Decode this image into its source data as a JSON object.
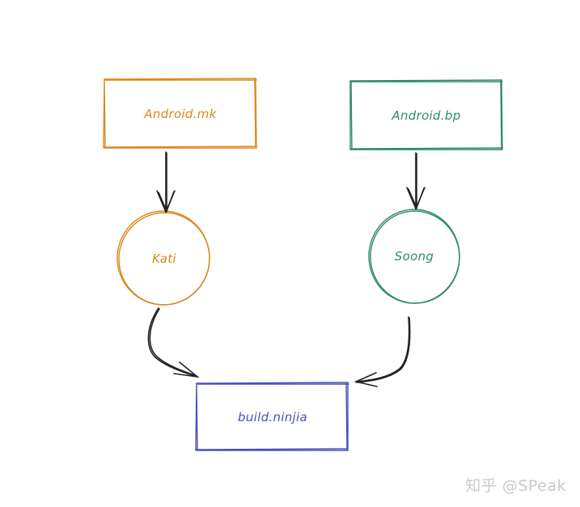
{
  "diagram": {
    "nodes": [
      {
        "id": "android-mk",
        "shape": "rectangle",
        "label": "Android.mk",
        "color": "#d98a1c"
      },
      {
        "id": "android-bp",
        "shape": "rectangle",
        "label": "Android.bp",
        "color": "#2e8b6a"
      },
      {
        "id": "kati",
        "shape": "circle",
        "label": "Kati",
        "color": "#d98a1c"
      },
      {
        "id": "soong",
        "shape": "circle",
        "label": "Soong",
        "color": "#2e8b6a"
      },
      {
        "id": "build-ninjia",
        "shape": "rectangle",
        "label": "build.ninjia",
        "color": "#4a50b8"
      }
    ],
    "edges": [
      {
        "from": "android-mk",
        "to": "kati"
      },
      {
        "from": "android-bp",
        "to": "soong"
      },
      {
        "from": "kati",
        "to": "build-ninjia"
      },
      {
        "from": "soong",
        "to": "build-ninjia"
      }
    ],
    "edge_color": "#222222"
  },
  "watermark": "知乎 @SPeak"
}
